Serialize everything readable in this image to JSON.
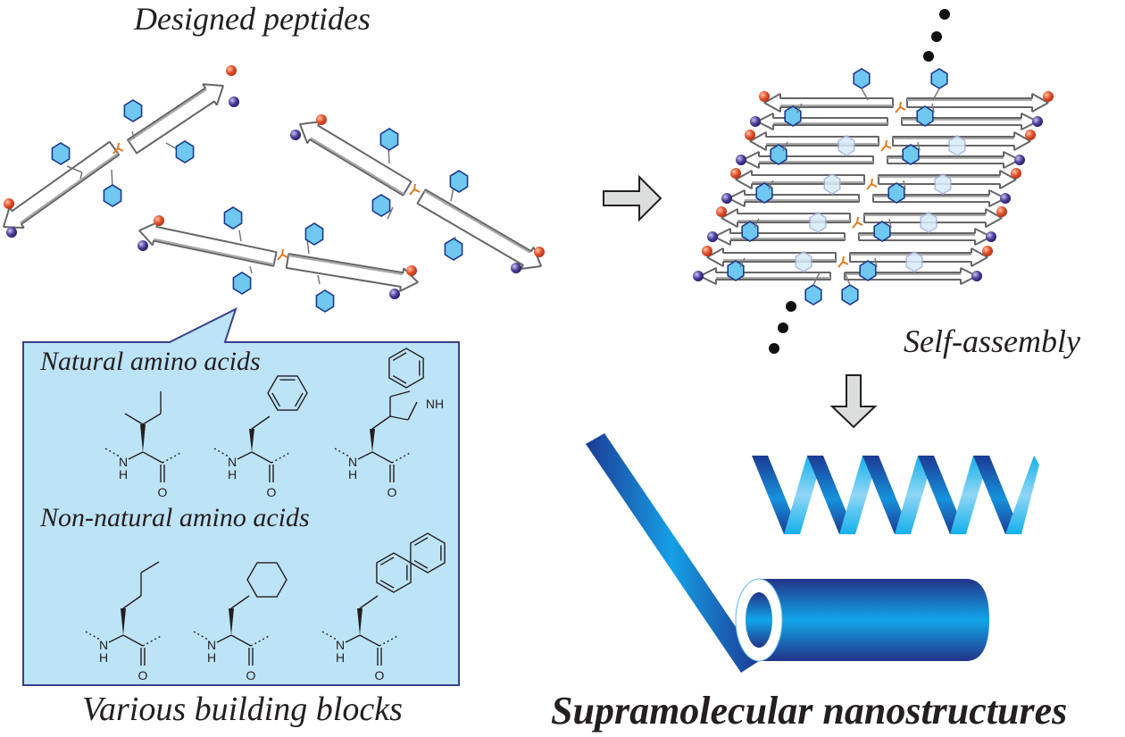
{
  "figure": {
    "titles": {
      "designed_peptides": "Designed peptides",
      "self_assembly": "Self-assembly",
      "various_building_blocks": "Various building blocks",
      "supramolecular_nanostructures": "Supramolecular nanostructures"
    },
    "building_blocks_panel": {
      "natural_label": "Natural amino acids",
      "non_natural_label": "Non-natural amino acids",
      "natural": [
        {
          "name": "isoleucine",
          "atoms": [
            "N",
            "H",
            "O"
          ]
        },
        {
          "name": "phenylalanine",
          "atoms": [
            "N",
            "H",
            "O"
          ]
        },
        {
          "name": "tryptophan",
          "atoms": [
            "N",
            "H",
            "O",
            "NH"
          ]
        }
      ],
      "non_natural": [
        {
          "name": "norleucine",
          "atoms": [
            "N",
            "H",
            "O"
          ]
        },
        {
          "name": "cyclohexylalanine",
          "atoms": [
            "N",
            "H",
            "O"
          ]
        },
        {
          "name": "2-naphthylalanine",
          "atoms": [
            "N",
            "H",
            "O"
          ]
        }
      ]
    },
    "nanostructures": [
      "nanofiber-rod",
      "helical-ribbon",
      "nanotube"
    ],
    "colors": {
      "hexagon_fill": "#6ec8f0",
      "hexagon_stroke": "#1e3a8a",
      "panel_fill": "#bde3f7",
      "panel_stroke": "#3b3f8f",
      "c_terminus": "#e0502a",
      "n_terminus": "#4a3f9a",
      "linker": "#e07a1e",
      "arrow_fill": "#dcdedd",
      "nano_dark": "#1c3a94",
      "nano_light": "#12a6e8"
    }
  }
}
